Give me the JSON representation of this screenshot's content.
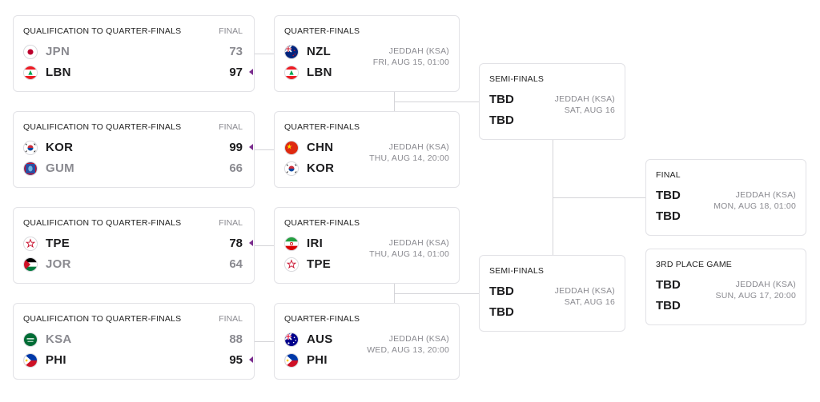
{
  "labels": {
    "qualification": "QUALIFICATION TO QUARTER-FINALS",
    "final_status": "FINAL",
    "quarter_finals": "QUARTER-FINALS",
    "semi_finals": "SEMI-FINALS",
    "final": "FINAL",
    "third_place": "3RD PLACE GAME"
  },
  "qualifications": [
    {
      "teams": [
        {
          "abbr": "JPN",
          "score": "73",
          "flag": "japan-flag-icon"
        },
        {
          "abbr": "LBN",
          "score": "97",
          "flag": "lebanon-flag-icon"
        }
      ]
    },
    {
      "teams": [
        {
          "abbr": "KOR",
          "score": "99",
          "flag": "korea-flag-icon"
        },
        {
          "abbr": "GUM",
          "score": "66",
          "flag": "guam-flag-icon"
        }
      ]
    },
    {
      "teams": [
        {
          "abbr": "TPE",
          "score": "78",
          "flag": "chinese-taipei-flag-icon"
        },
        {
          "abbr": "JOR",
          "score": "64",
          "flag": "jordan-flag-icon"
        }
      ]
    },
    {
      "teams": [
        {
          "abbr": "KSA",
          "score": "88",
          "flag": "saudi-arabia-flag-icon"
        },
        {
          "abbr": "PHI",
          "score": "95",
          "flag": "philippines-flag-icon"
        }
      ]
    }
  ],
  "quarter_finals": [
    {
      "teams": [
        {
          "abbr": "NZL",
          "flag": "new-zealand-flag-icon"
        },
        {
          "abbr": "LBN",
          "flag": "lebanon-flag-icon"
        }
      ],
      "venue": "JEDDAH (KSA)",
      "datetime": "FRI, AUG 15, 01:00"
    },
    {
      "teams": [
        {
          "abbr": "CHN",
          "flag": "china-flag-icon"
        },
        {
          "abbr": "KOR",
          "flag": "korea-flag-icon"
        }
      ],
      "venue": "JEDDAH (KSA)",
      "datetime": "THU, AUG 14, 20:00"
    },
    {
      "teams": [
        {
          "abbr": "IRI",
          "flag": "iran-flag-icon"
        },
        {
          "abbr": "TPE",
          "flag": "chinese-taipei-flag-icon"
        }
      ],
      "venue": "JEDDAH (KSA)",
      "datetime": "THU, AUG 14, 01:00"
    },
    {
      "teams": [
        {
          "abbr": "AUS",
          "flag": "australia-flag-icon"
        },
        {
          "abbr": "PHI",
          "flag": "philippines-flag-icon"
        }
      ],
      "venue": "JEDDAH (KSA)",
      "datetime": "WED, AUG 13, 20:00"
    }
  ],
  "semi_finals": [
    {
      "teams": [
        "TBD",
        "TBD"
      ],
      "venue": "JEDDAH (KSA)",
      "datetime": "SAT, AUG 16"
    },
    {
      "teams": [
        "TBD",
        "TBD"
      ],
      "venue": "JEDDAH (KSA)",
      "datetime": "SAT, AUG 16"
    }
  ],
  "final": {
    "teams": [
      "TBD",
      "TBD"
    ],
    "venue": "JEDDAH (KSA)",
    "datetime": "MON, AUG 18, 01:00"
  },
  "third_place": {
    "teams": [
      "TBD",
      "TBD"
    ],
    "venue": "JEDDAH (KSA)",
    "datetime": "SUN, AUG 17, 20:00"
  },
  "colors": {
    "accent": "#7b2d8e",
    "muted": "#8a8a90",
    "border": "#e2e2e6",
    "connector": "#d4d4d8"
  }
}
